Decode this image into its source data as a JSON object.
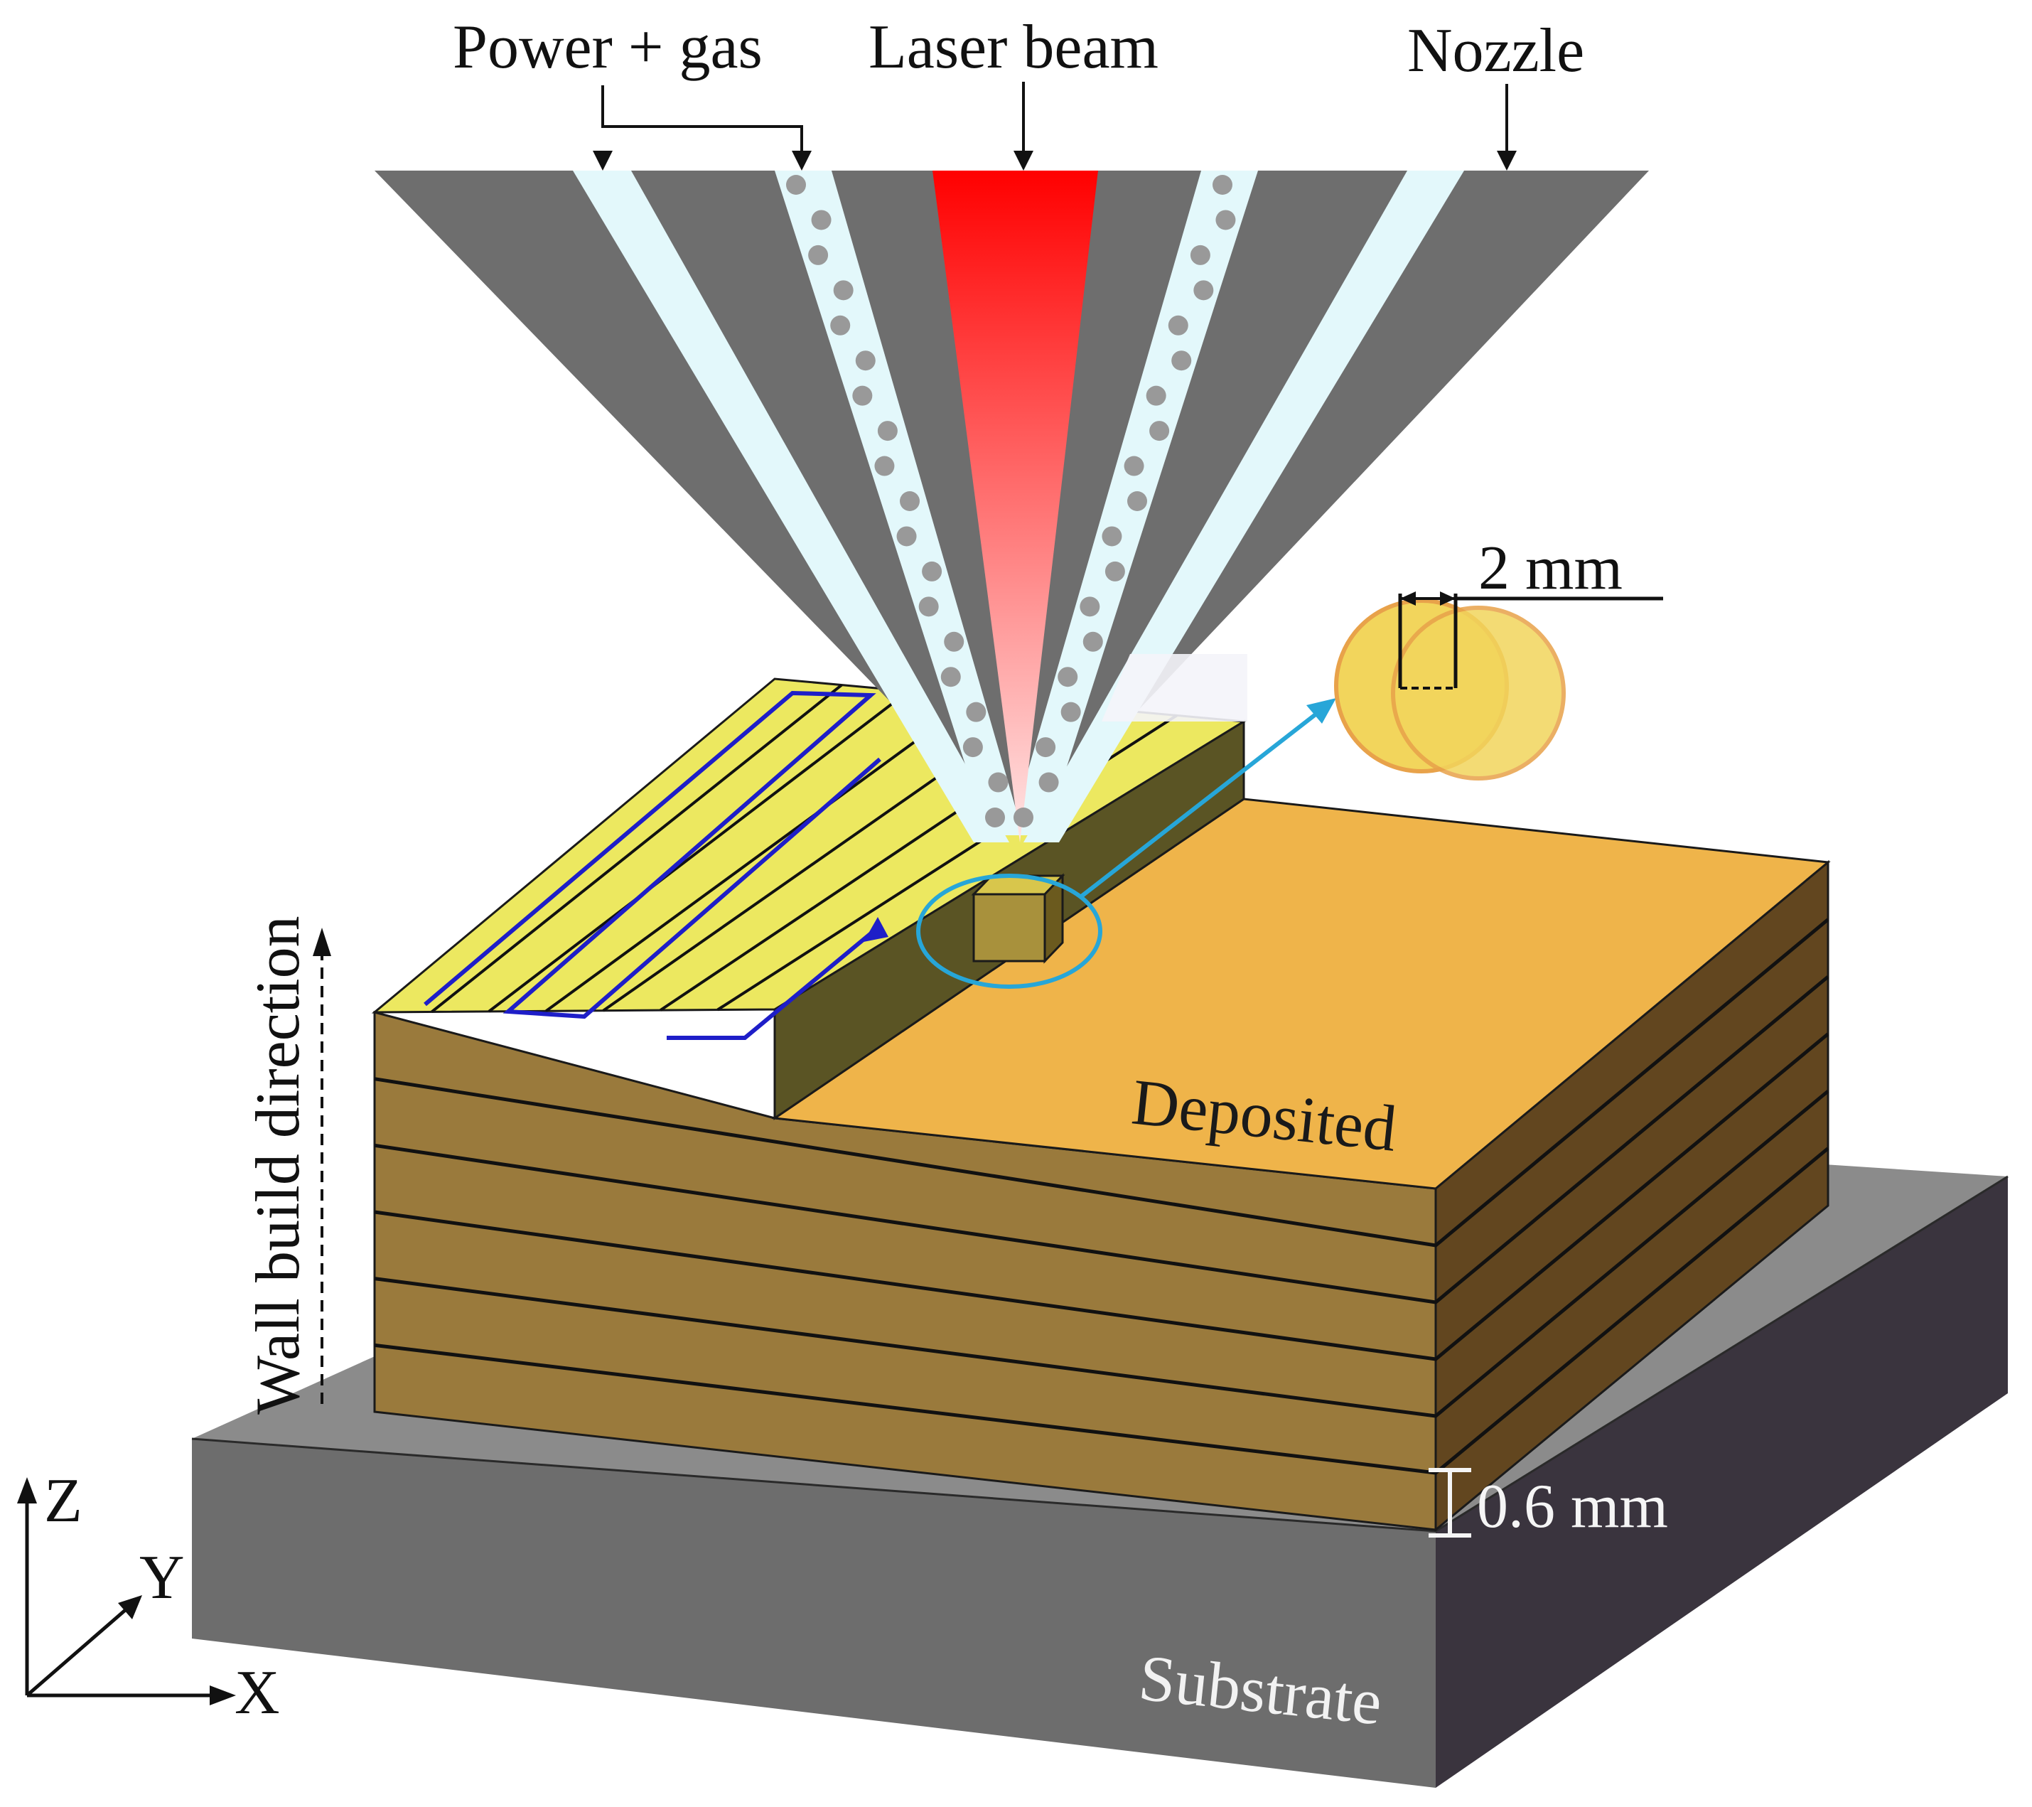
{
  "labels": {
    "powder_gas": "Power + gas",
    "laser_beam": "Laser beam",
    "nozzle": "Nozzle",
    "track_width": "2 mm",
    "deposited": "Deposited",
    "substrate": "Substrate",
    "layer_thickness": "0.6 mm",
    "build_direction": "Wall build direction",
    "axis_z": "Z",
    "axis_y": "Y",
    "axis_x": "X"
  },
  "colors": {
    "nozzle": "#6e6e6e",
    "gas_channel": "#e3f8fb",
    "powder": "#999999",
    "laser_top": "#ff0000",
    "laser_bottom": "#ffe6e6",
    "layer_front": "#9a7a3c",
    "layer_side": "#62461f",
    "deposited_top": "#efb44a",
    "current_layer_top": "#ece860",
    "scan_path": "#1e1ec8",
    "melt_pool": "#a8913c",
    "highlight": "#27a6d8",
    "spot": "#f2d55c",
    "spot_outline": "#e8a24a",
    "substrate_top": "#8b8b8b",
    "substrate_front": "#6d6d6d",
    "substrate_side": "#3a343e"
  },
  "layers": {
    "count": 6
  }
}
